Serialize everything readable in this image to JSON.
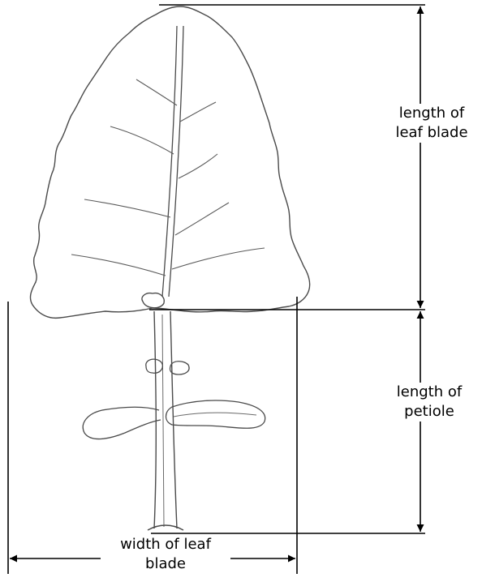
{
  "labels": {
    "blade_length": {
      "line1": "length of",
      "line2": "leaf blade"
    },
    "petiole_length": {
      "line1": "length of",
      "line2": "petiole"
    },
    "blade_width": {
      "line1": "width of leaf",
      "line2": "blade"
    }
  },
  "colors": {
    "outline": "#4a4a4a",
    "dimension_line": "#000000",
    "background": "#ffffff"
  }
}
